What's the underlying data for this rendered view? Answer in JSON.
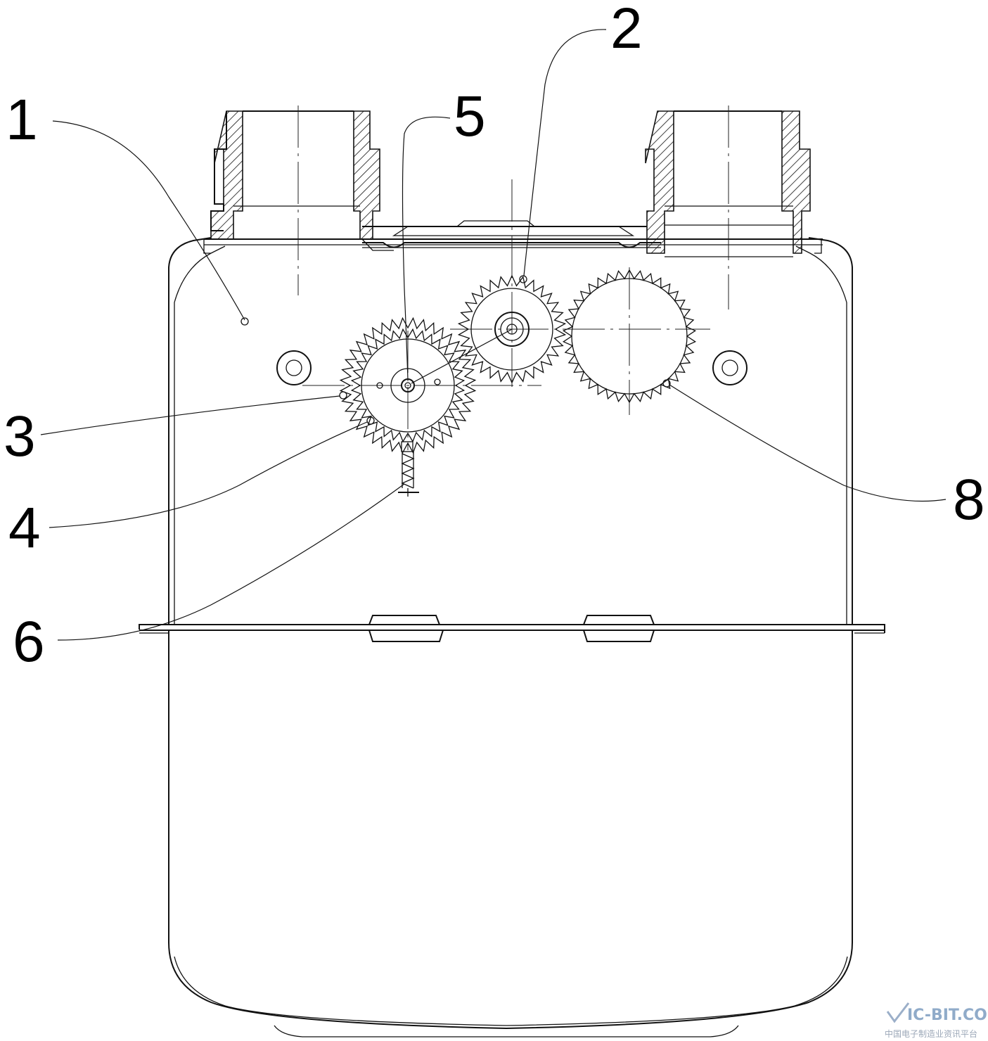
{
  "figure": {
    "labels": [
      "1",
      "2",
      "3",
      "4",
      "5",
      "6",
      "8"
    ]
  },
  "watermark": {
    "logo": "IC-BIT.COM",
    "subtitle": "中国电子制造业资讯平台"
  }
}
